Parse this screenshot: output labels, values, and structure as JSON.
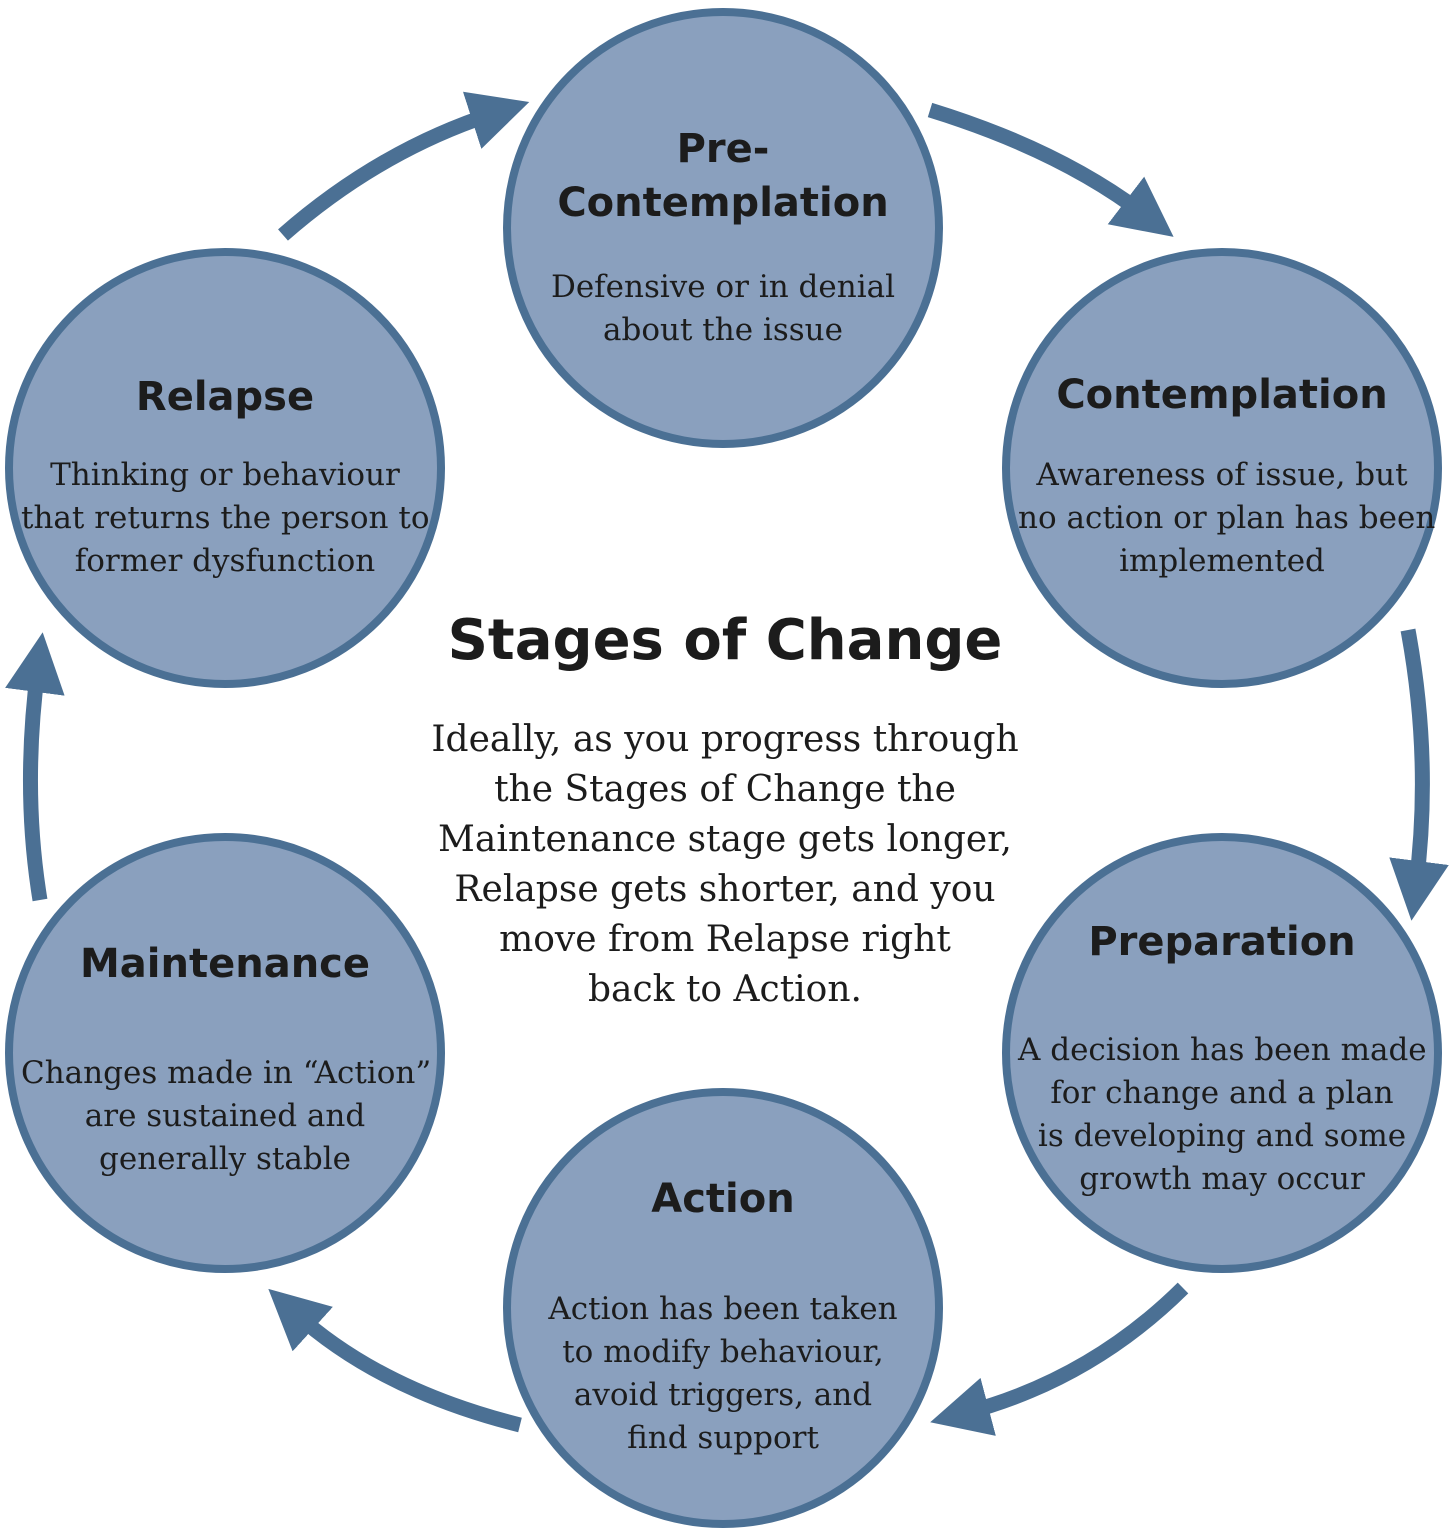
{
  "title": "Stages of Change",
  "description_lines": [
    "Ideally, as you progress through",
    "the Stages of Change the",
    "Maintenance stage gets longer,",
    "Relapse gets shorter, and you",
    "move from Relapse right",
    "back to Action."
  ],
  "stages": [
    {
      "id": "pre-contemplation",
      "title_lines": [
        "Pre-",
        "Contemplation"
      ],
      "desc_lines": [
        "Defensive or in denial",
        "about the issue"
      ]
    },
    {
      "id": "contemplation",
      "title_lines": [
        "Contemplation"
      ],
      "desc_lines": [
        "Awareness of issue, but",
        "no action or plan has been",
        "implemented"
      ]
    },
    {
      "id": "preparation",
      "title_lines": [
        "Preparation"
      ],
      "desc_lines": [
        "A decision has been made",
        "for change and a plan",
        "is developing and some",
        "growth may occur"
      ]
    },
    {
      "id": "action",
      "title_lines": [
        "Action"
      ],
      "desc_lines": [
        "Action has been taken",
        "to modify behaviour,",
        "avoid triggers, and",
        "find support"
      ]
    },
    {
      "id": "maintenance",
      "title_lines": [
        "Maintenance"
      ],
      "desc_lines": [
        "Changes made in “Action”",
        "are sustained and",
        "generally stable"
      ]
    },
    {
      "id": "relapse",
      "title_lines": [
        "Relapse"
      ],
      "desc_lines": [
        "Thinking or behaviour",
        "that returns the person to",
        "former dysfunction"
      ]
    }
  ],
  "colors": {
    "circle_fill": "#8aa0be",
    "circle_border": "#4b7094",
    "arrow": "#4b7094",
    "text": "#1c1c1c"
  },
  "arrow_icon": "curved-arrow-icon"
}
